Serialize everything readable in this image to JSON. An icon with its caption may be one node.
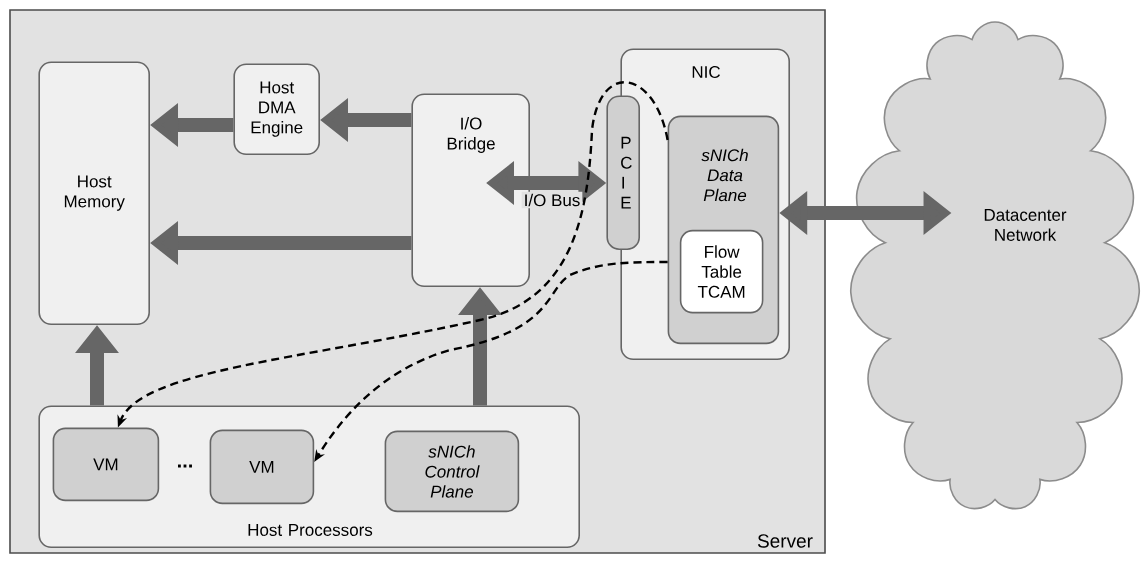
{
  "diagram": {
    "nodes": [
      {
        "text": [
          "Server"
        ]
      },
      {
        "text": [
          "Host Memory"
        ],
        "in": 0
      },
      {
        "text": [
          "Host DMA Engine"
        ],
        "in": 0
      },
      {
        "text": [
          "I/O Bridge"
        ],
        "in": 0
      },
      {
        "text": [
          "NIC"
        ],
        "in": 0
      },
      {
        "text": [
          "P C I E"
        ],
        "in": 0
      },
      {
        "text": [
          "sNICh Data Plane"
        ],
        "in": 4
      },
      {
        "text": [
          "Flow Table TCAM"
        ],
        "in": 6
      },
      {
        "text": [
          "Host Processors"
        ],
        "in": 0
      },
      {
        "text": [
          "VM"
        ],
        "in": 8
      },
      {
        "text": [
          "VM"
        ],
        "in": 8
      },
      {
        "text": [
          "sNICh Control Plane"
        ],
        "in": 8
      },
      {
        "text": [
          "Datacenter Network"
        ]
      }
    ],
    "edges": [
      {
        "from": 3,
        "to": 2,
        "arrow": "to"
      },
      {
        "from": 2,
        "to": 1,
        "arrow": "to"
      },
      {
        "from": 3,
        "to": 1,
        "arrow": "to"
      },
      {
        "from": 8,
        "to": 1,
        "arrow": "to"
      },
      {
        "from": 8,
        "to": 3,
        "arrow": "to"
      },
      {
        "from": 3,
        "to": 5,
        "arrow": "both",
        "label": "I/O Bus"
      },
      {
        "from": 6,
        "to": 12,
        "arrow": "both"
      },
      {
        "from": 6,
        "to": 9,
        "arrow": "to",
        "style": "dashed",
        "color": "#000000"
      },
      {
        "from": 6,
        "to": 10,
        "arrow": "to",
        "style": "dashed",
        "color": "#000000"
      }
    ],
    "labels": [
      "..."
    ]
  }
}
